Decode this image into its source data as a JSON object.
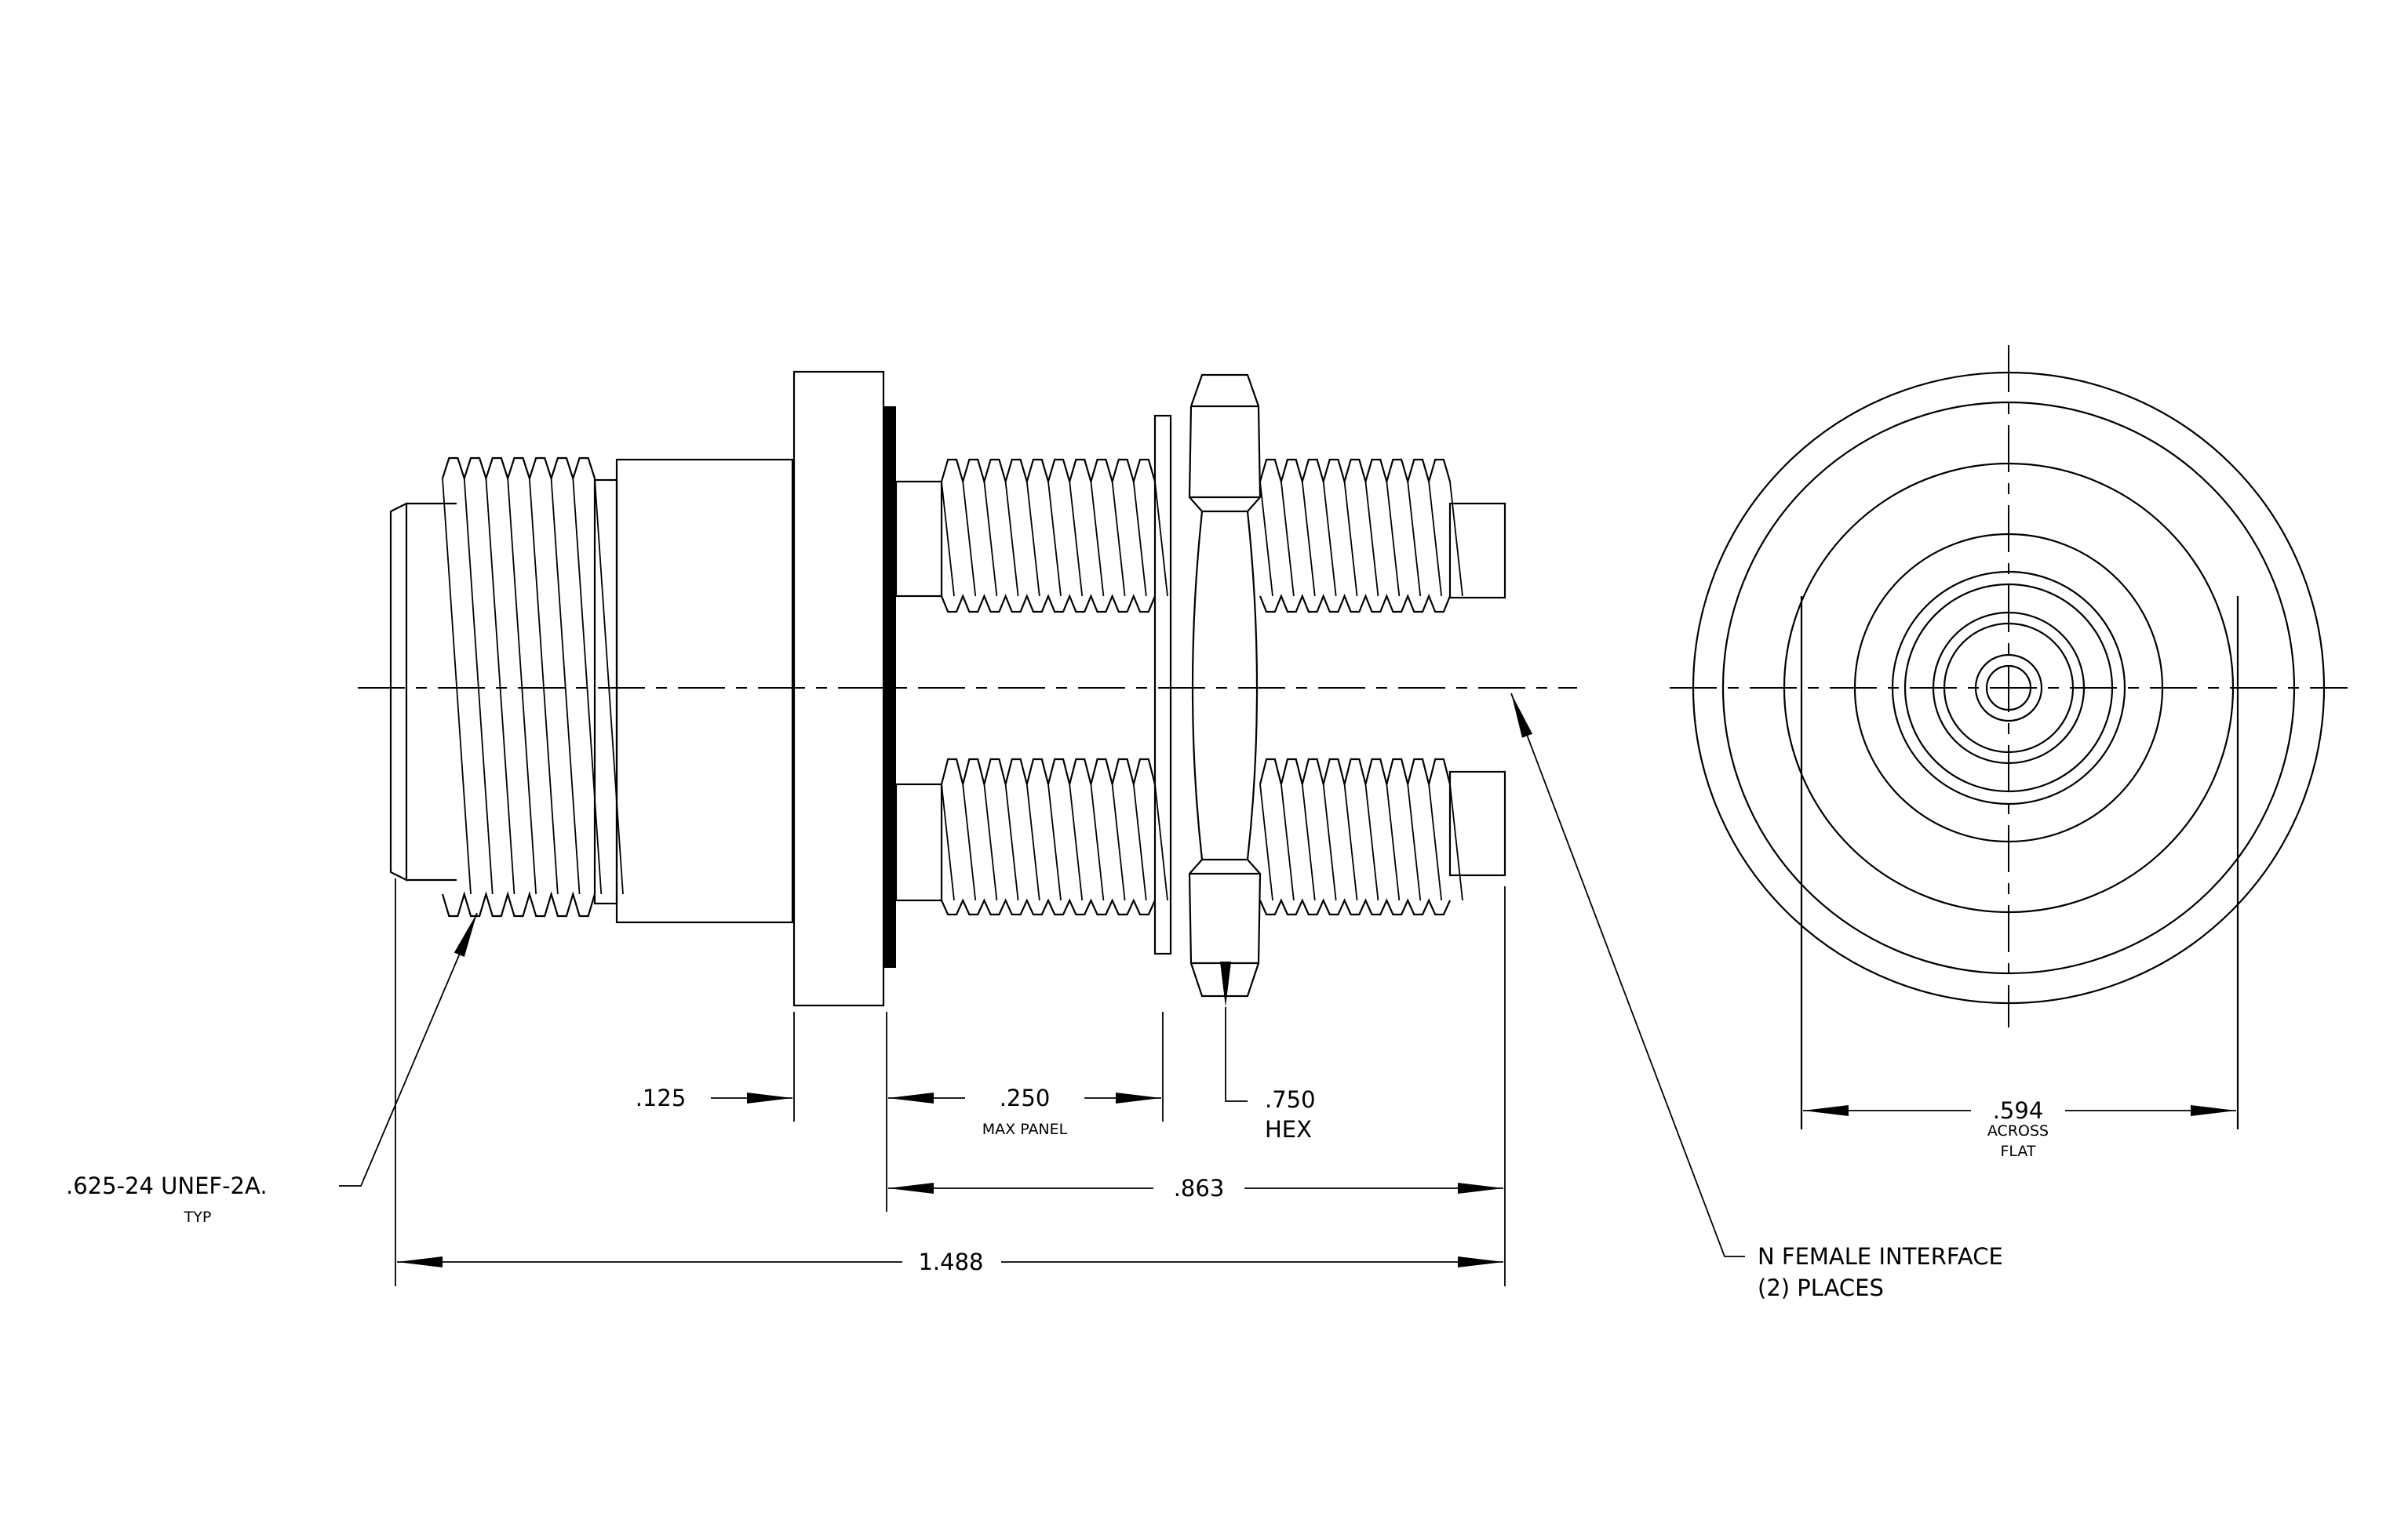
{
  "dimensions": {
    "thread": {
      "value": ".625-24 UNEF-2A.",
      "note": "TYP"
    },
    "flange": {
      "value": ".125"
    },
    "panel": {
      "value": ".250",
      "note": "MAX PANEL"
    },
    "hex": {
      "value": ".750",
      "note": "HEX"
    },
    "front_length": {
      "value": ".863"
    },
    "overall_length": {
      "value": "1.488"
    },
    "across_flat": {
      "value": ".594",
      "note1": "ACROSS",
      "note2": "FLAT"
    }
  },
  "callouts": {
    "interface": {
      "line1": "N FEMALE INTERFACE",
      "line2": "(2)  PLACES"
    }
  }
}
